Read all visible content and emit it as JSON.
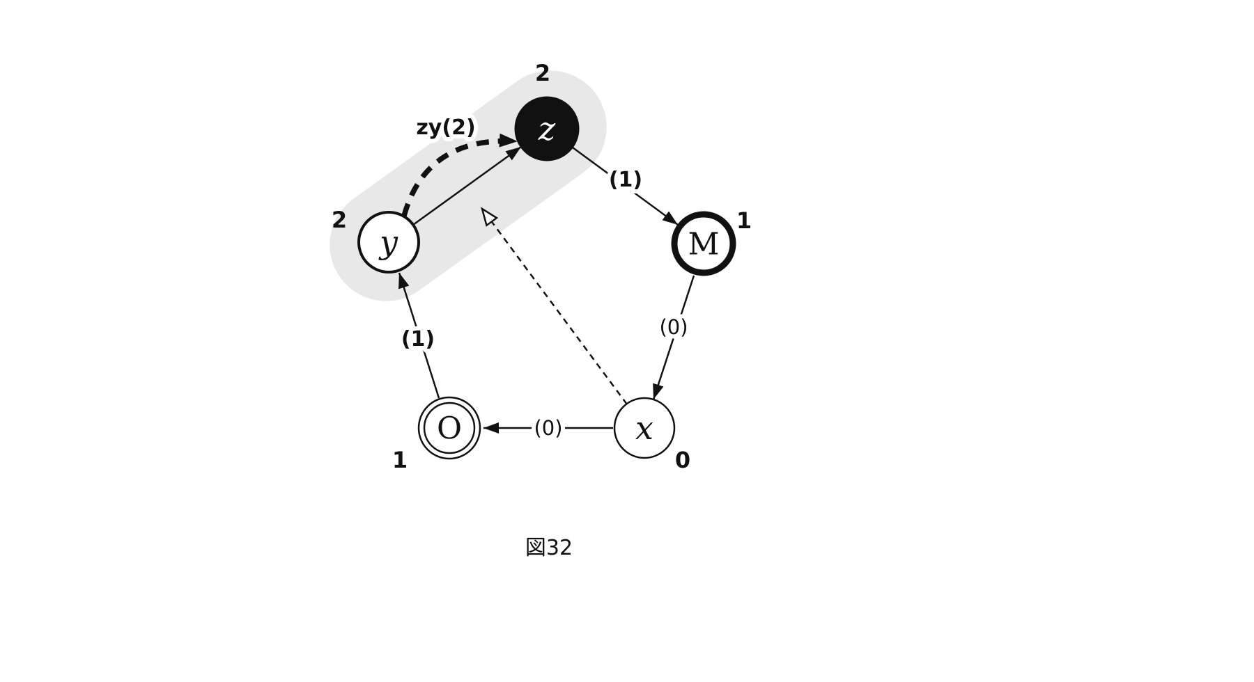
{
  "figure": {
    "caption": "図32"
  },
  "colors": {
    "ink": "#111111",
    "node_fill_dark": "#111111",
    "node_fill_light": "#ffffff",
    "highlight_capsule": "#e8e8e8",
    "background": "#ffffff"
  },
  "nodes": {
    "z": {
      "label": "z",
      "count": "2"
    },
    "y": {
      "label": "y",
      "count": "2"
    },
    "m": {
      "label": "M",
      "count": "1"
    },
    "o": {
      "label": "O",
      "count": "1"
    },
    "x": {
      "label": "x",
      "count": "0"
    }
  },
  "edges": {
    "y_z_dashed": {
      "label": "zy(2)"
    },
    "z_m": {
      "label": "(1)"
    },
    "m_x": {
      "label": "(0)"
    },
    "x_o": {
      "label": "(0)"
    },
    "o_y": {
      "label": "(1)"
    }
  }
}
